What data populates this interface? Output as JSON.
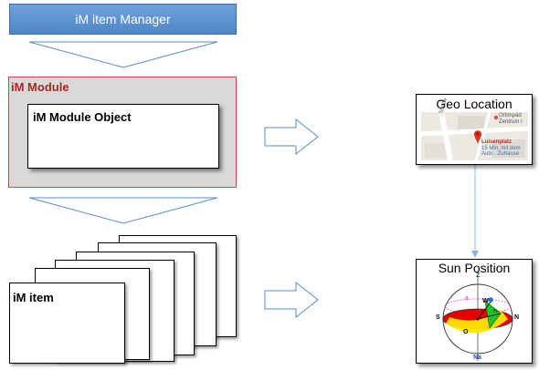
{
  "manager": {
    "title": "iM item Manager"
  },
  "module": {
    "title": "iM Module",
    "object_title": "iM Module Object"
  },
  "item": {
    "title": "iM item"
  },
  "geo": {
    "title": "Geo Location",
    "street_label": "Straße",
    "poi_line1": "Ortimpäd",
    "poi_line2": "Zentrum I",
    "place_name": "Luisenplatz",
    "place_line1": "15 Min. mit dem",
    "place_line2": "Auto · Zuhause"
  },
  "sun": {
    "title": "Sun Position",
    "labels": {
      "zenith": "Z",
      "nadir": "Na",
      "north": "N",
      "south": "S",
      "west": "W",
      "east": "O",
      "a": "a",
      "h": "h"
    }
  },
  "colors": {
    "manager_fill": "#4f86c6",
    "module_border": "#c0504d",
    "module_fill": "#d9d9d9",
    "module_title": "#b22222",
    "arrow_outline": "#5b8bc8",
    "connector": "#8db3e2"
  }
}
